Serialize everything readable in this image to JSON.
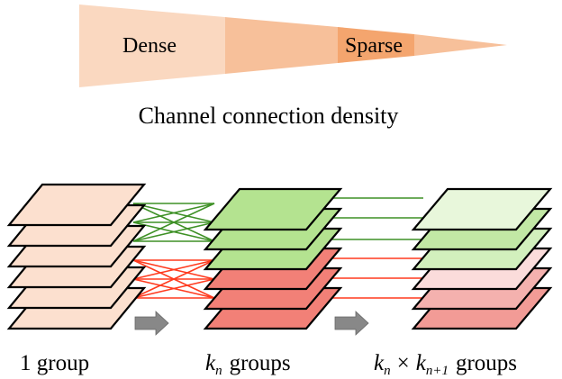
{
  "density_bar": {
    "dense_label": "Dense",
    "sparse_label": "Sparse",
    "caption": "Channel connection density",
    "segment_colors": [
      "#fad8c0",
      "#f7c09a",
      "#f4a56e"
    ]
  },
  "stacks": [
    {
      "caption": "1 group",
      "layers": [
        "#fce0cf",
        "#fce0cf",
        "#fce0cf",
        "#fce0cf",
        "#fce0cf",
        "#fce0cf"
      ]
    },
    {
      "caption_sym": "k",
      "caption_sub": "n",
      "caption_text": "groups",
      "layers": [
        "#f28077",
        "#f28077",
        "#f28077",
        "#b4e390",
        "#b4e390",
        "#b4e390"
      ]
    },
    {
      "caption_sym": "k",
      "caption_sub": "n",
      "caption_times": "×",
      "caption_sym2": "k",
      "caption_sub2": "n+1",
      "caption_text": "groups",
      "layers": [
        "#f29b96",
        "#f4b1ae",
        "#fbdcdb",
        "#d2f0bd",
        "#c2e8a5",
        "#e8f7db"
      ]
    }
  ],
  "connection_colors": {
    "green": "#3f9127",
    "red": "#ff3a1e"
  },
  "arrow_color": "#888888"
}
